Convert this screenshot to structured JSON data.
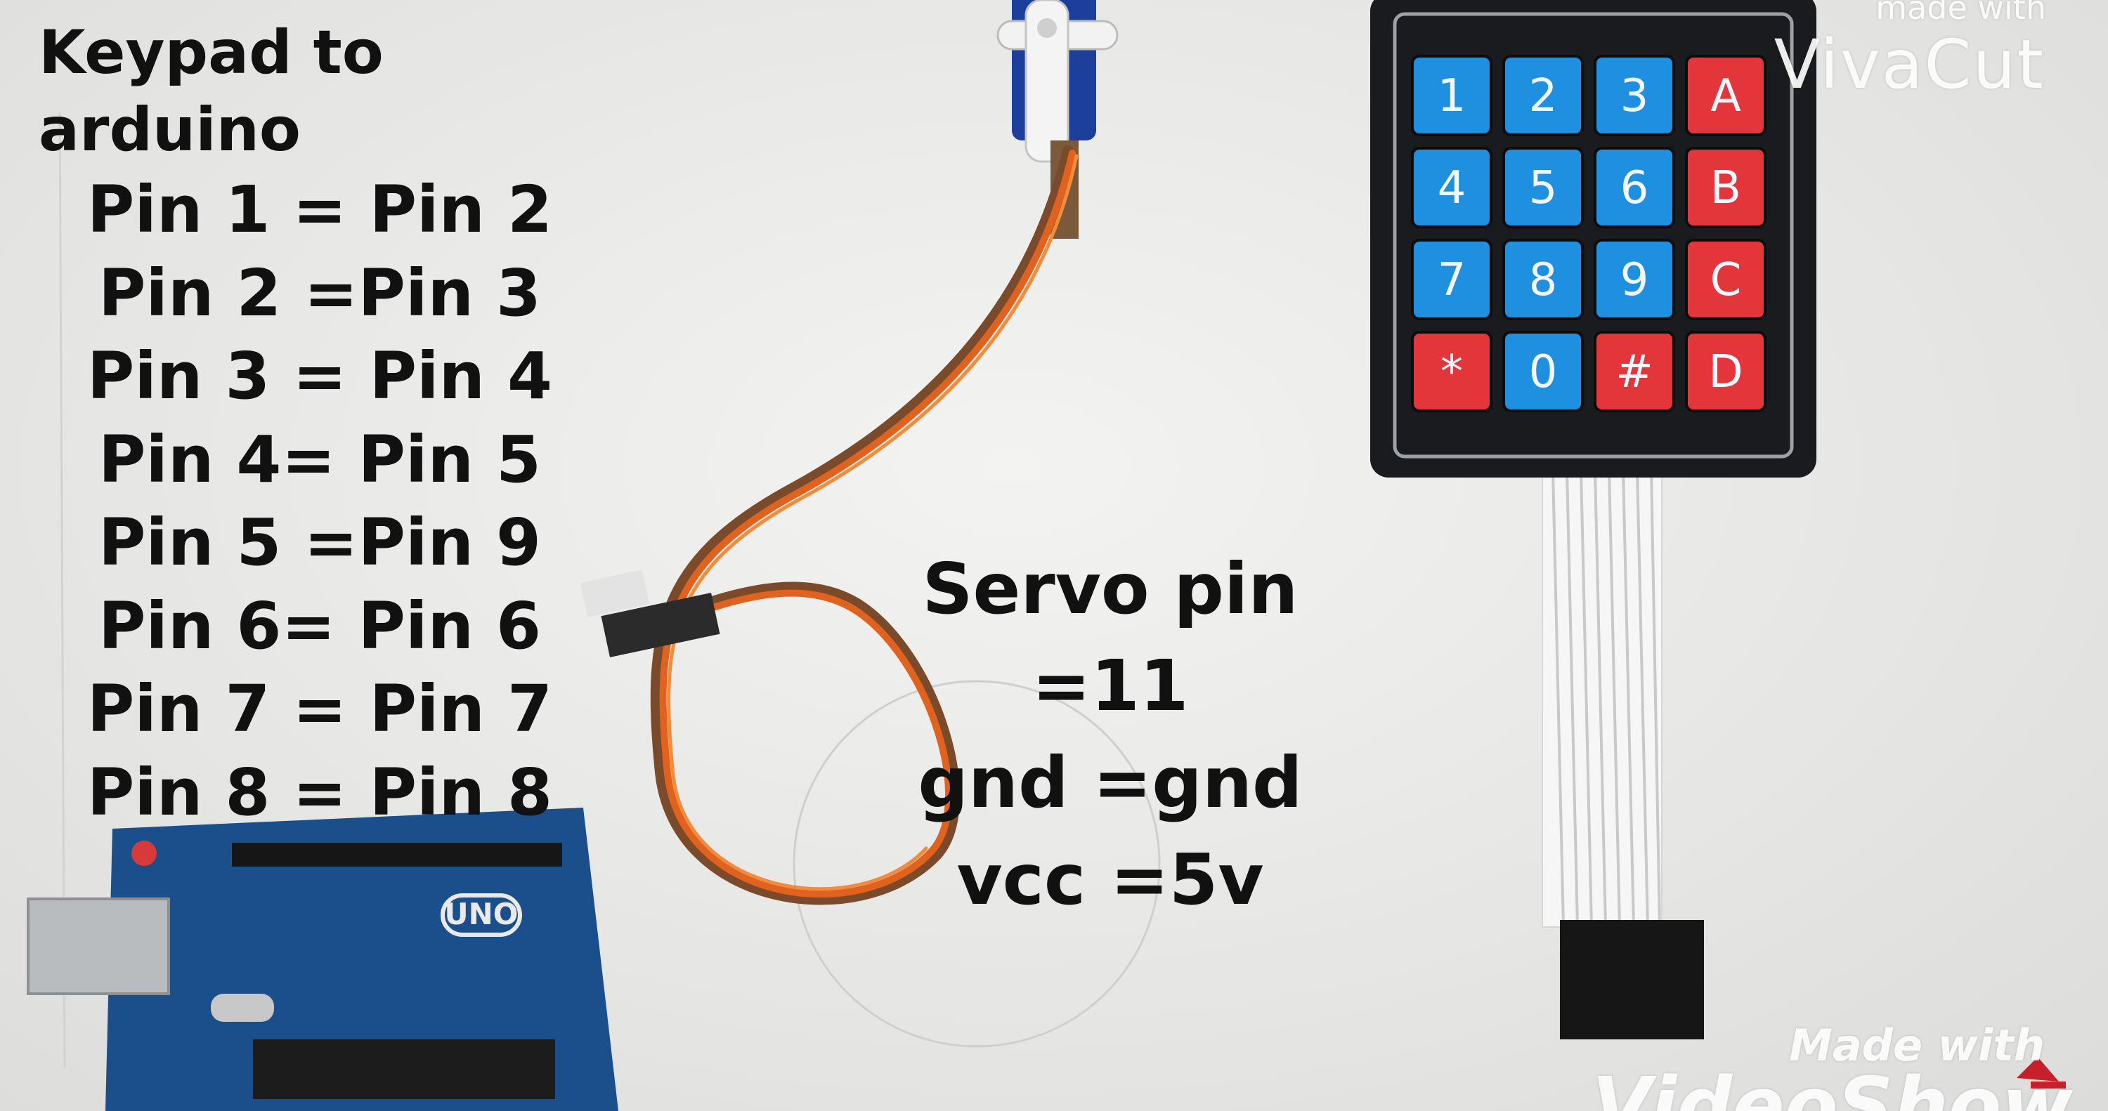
{
  "notes": {
    "title": "Keypad to arduino",
    "pin_map": [
      "Pin 1 = Pin 2",
      "Pin 2 =Pin 3",
      "Pin 3 = Pin 4",
      "Pin 4= Pin 5",
      "Pin 5 =Pin 9",
      "Pin 6= Pin 6",
      "Pin 7 = Pin 7",
      "Pin 8 = Pin 8"
    ],
    "servo": [
      "Servo pin =11",
      "gnd =gnd",
      "vcc =5v"
    ]
  },
  "keypad": {
    "rows": [
      [
        "1",
        "2",
        "3",
        "A"
      ],
      [
        "4",
        "5",
        "6",
        "B"
      ],
      [
        "7",
        "8",
        "9",
        "C"
      ],
      [
        "*",
        "0",
        "#",
        "D"
      ]
    ],
    "colors": {
      "blue": "#1f8fe0",
      "red": "#e2363b",
      "frame": "#1a1b1f"
    }
  },
  "board": {
    "label": "UNO",
    "color": "#1b4f8c"
  },
  "watermarks": {
    "vivacut_small": "made with",
    "vivacut": "VivaCut",
    "videoshow_made": "Made with",
    "videoshow": "VideoShow"
  }
}
